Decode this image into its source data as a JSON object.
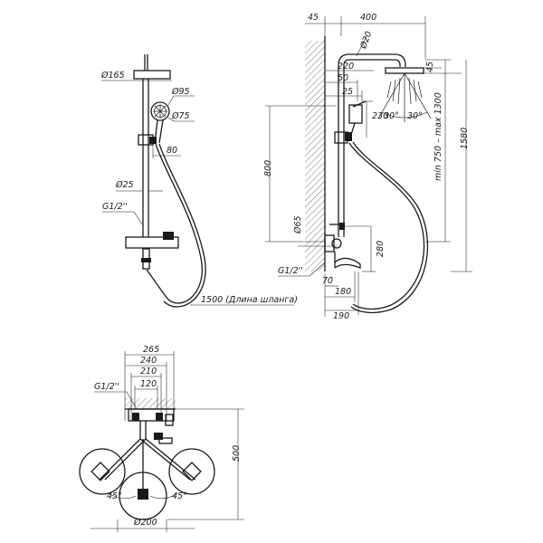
{
  "front_view": {
    "d_head": "Ø165",
    "d_hand": "Ø95",
    "d_hand_face": "Ø75",
    "holder": "80",
    "d_pipe": "Ø25",
    "thread": "G1/2''",
    "hose": "1500 (Длина шланга)"
  },
  "side_view": {
    "wall": "45",
    "arm": "400",
    "d_arm": "Ø20",
    "head_h": "45",
    "w220": "220",
    "w50": "50",
    "w25": "25",
    "h230": "230",
    "angle_l": "30°",
    "angle_r": "30°",
    "range": "min 750 – max 1300",
    "total": "1580",
    "h800": "800",
    "d65": "Ø65",
    "h280": "280",
    "thread": "G1/2''",
    "w70": "70",
    "w180": "180",
    "w190": "190"
  },
  "top_view": {
    "w265": "265",
    "w240": "240",
    "w210": "210",
    "w120": "120",
    "thread": "G1/2''",
    "h500": "500",
    "angle_l": "45°",
    "angle_r": "45°",
    "d200": "Ø200"
  }
}
